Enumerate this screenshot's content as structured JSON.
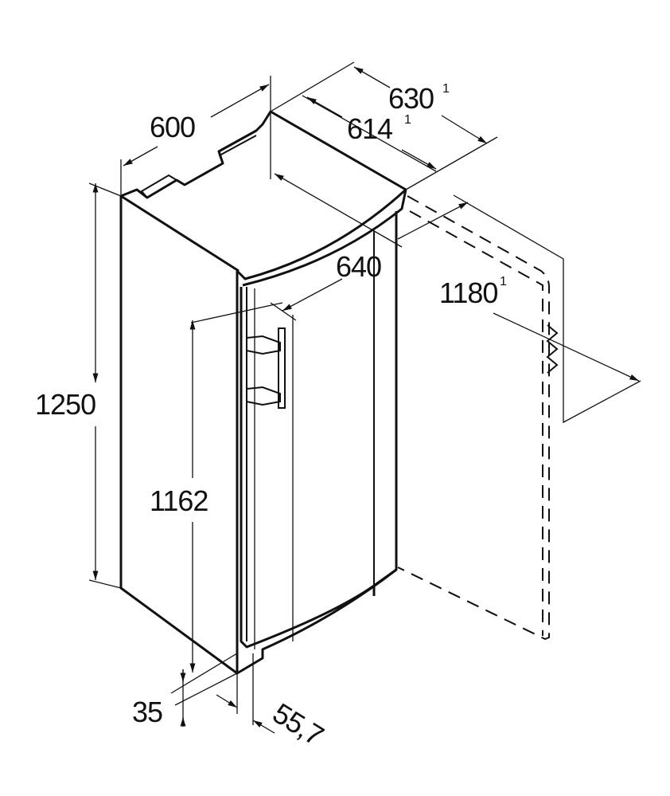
{
  "title": "Appliance dimension drawing",
  "dimensions": {
    "width": "600",
    "depth_total": "630",
    "depth_total_note": "1",
    "depth_body": "614",
    "depth_body_note": "1",
    "depth_door_open": "640",
    "depth_open_total": "1180",
    "depth_open_total_note": "1",
    "height_total": "1250",
    "height_body": "1162",
    "foot_height": "35",
    "door_offset": "55,7"
  }
}
